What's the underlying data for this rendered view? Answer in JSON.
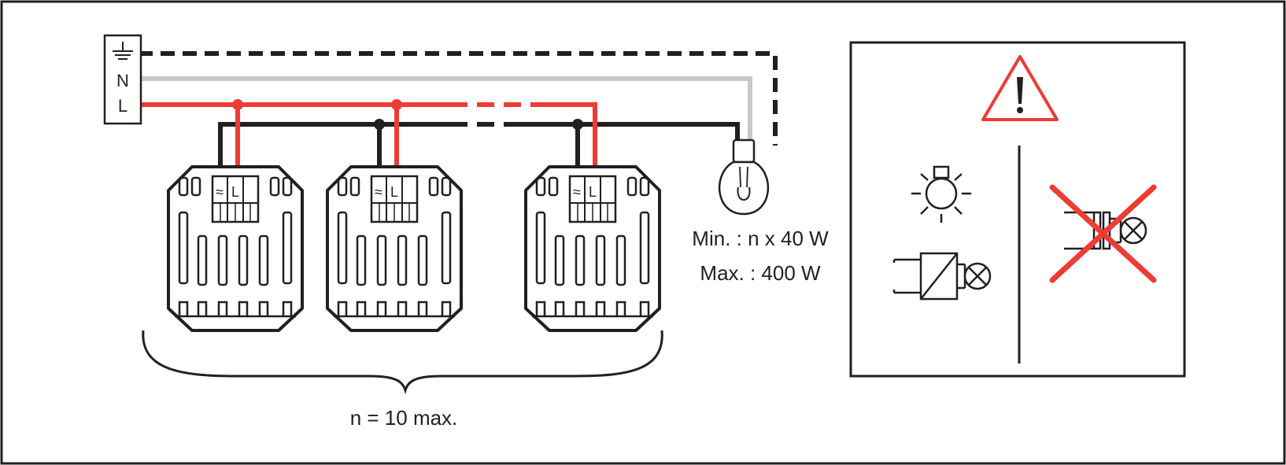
{
  "terminal_block": {
    "earth_symbol": "earth-ground-icon",
    "n_label": "N",
    "l_label": "L"
  },
  "dimmer_module": {
    "terminal_symbol": "≈",
    "terminal_label": "L",
    "count_shown": 3
  },
  "load_spec": {
    "min_text": "Min. : n x 40 W",
    "max_text": "Max. : 400 W"
  },
  "count_label": "n = 10 max.",
  "warning_panel": {
    "warning_icon": "warning-triangle-icon",
    "allowed": [
      "lamp-icon",
      "electronic-transformer-lamp-icon"
    ],
    "forbidden": [
      "ferromagnetic-transformer-lamp-icon"
    ]
  },
  "colors": {
    "line_wire": "#ee3b34",
    "neutral_wire": "#c8c8c8",
    "earth_wire": "#231f20",
    "switched_wire": "#231f20",
    "warning": "#ee3b34",
    "outline": "#231f20"
  }
}
